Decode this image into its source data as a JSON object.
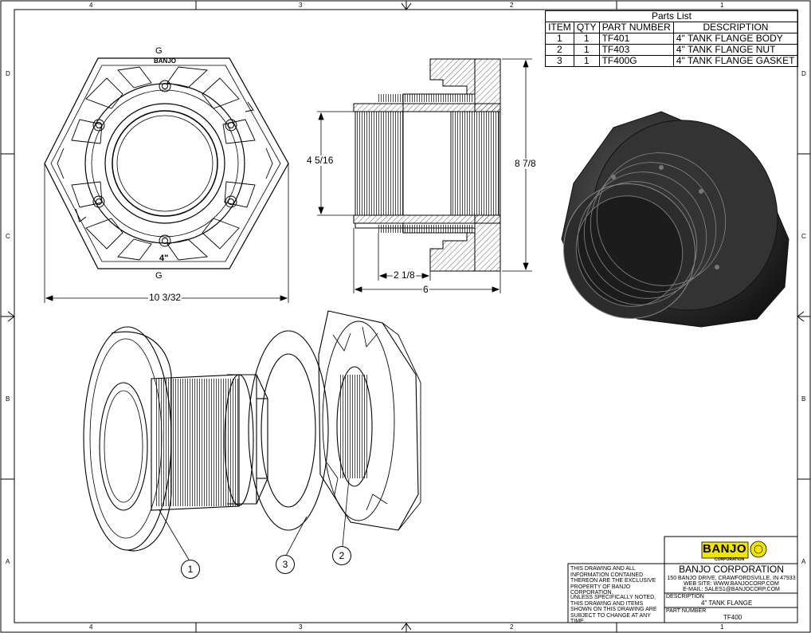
{
  "border": {
    "top_zones": [
      "4",
      "3",
      "2",
      "1"
    ],
    "bottom_zones": [
      "4",
      "3",
      "2",
      "1"
    ],
    "left_zones": [
      "D",
      "C",
      "B",
      "A"
    ],
    "right_zones": [
      "D",
      "C",
      "B",
      "A"
    ]
  },
  "parts_list": {
    "title": "Parts List",
    "headers": [
      "ITEM",
      "QTY",
      "PART NUMBER",
      "DESCRIPTION"
    ],
    "rows": [
      {
        "item": "1",
        "qty": "1",
        "part": "TF401",
        "desc": "4\" TANK FLANGE BODY"
      },
      {
        "item": "2",
        "qty": "1",
        "part": "TF403",
        "desc": "4\" TANK FLANGE NUT"
      },
      {
        "item": "3",
        "qty": "1",
        "part": "TF400G",
        "desc": "4\" TANK FLANGE GASKET"
      }
    ]
  },
  "front_view": {
    "top_mark": "G",
    "brand_mark": "BANJO",
    "bottom_mark": "G",
    "size_mark": "4\"",
    "width_dim": "10 3/32"
  },
  "section_view": {
    "bore_dim": "4 5/16",
    "outer_dim": "8 7/8",
    "thread_dim": "2 1/8",
    "length_dim": "6"
  },
  "balloons": [
    "1",
    "3",
    "2"
  ],
  "title_block": {
    "logo_text": "BANJO",
    "logo_sub": "CORPORATION",
    "company": "BANJO CORPORATION",
    "address": "150 BANJO DRIVE, CRAWFORDSVILLE, IN 47933",
    "website": "WEB SITE: WWW.BANJOCORP.COM",
    "email": "E-MAIL: SALES1@BANJOCORP.COM",
    "notice_1": "THIS DRAWING AND ALL INFORMATION CONTAINED THEREON ARE THE EXCLUSIVE PROPERTY OF BANJO CORPORATION.",
    "notice_2": "UNLESS SPECIFICALLY NOTED, THIS DRAWING AND ITEMS SHOWN ON THIS DRAWING ARE SUBJECT TO CHANGE AT ANY TIME.",
    "description_label": "DESCRIPTION",
    "description": "4\" TANK FLANGE",
    "part_number_label": "PART NUMBER",
    "part_number": "TF400"
  },
  "colors": {
    "line": "#000000",
    "logo_yellow": "#f2e600",
    "render_dark": "#2a2a2a"
  }
}
